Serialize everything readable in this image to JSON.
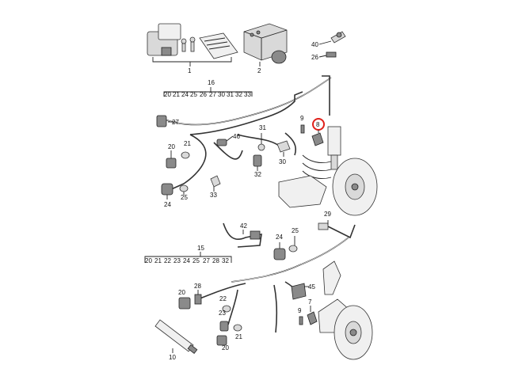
{
  "colors": {
    "highlight": "#e0201a",
    "line": "#222222",
    "part_fill": "#d9d9d9"
  },
  "labels": {
    "n1": "1",
    "n2": "2",
    "n40": "40",
    "n26": "26",
    "n16": "16",
    "n9": "9",
    "n8": "8",
    "n27": "27",
    "n31": "31",
    "n46": "46",
    "n20a": "20",
    "n21a": "21",
    "n32": "32",
    "n30": "30",
    "n33": "33",
    "n24a": "24",
    "n25a": "25",
    "n42": "42",
    "n29": "29",
    "n24b": "24",
    "n25b": "25",
    "n15": "15",
    "n28": "28",
    "n45": "45",
    "n7": "7",
    "n20b": "20",
    "n22": "22",
    "n23": "23",
    "n9b": "9",
    "n21b": "21",
    "n20c": "20",
    "n10": "10"
  },
  "header_top": [
    "20",
    "21",
    "24",
    "25",
    "26",
    "27",
    "30",
    "31",
    "32",
    "33"
  ],
  "header_bottom": [
    "20",
    "21",
    "22",
    "23",
    "24",
    "25",
    "27",
    "28",
    "32"
  ],
  "highlighted_part": "8"
}
